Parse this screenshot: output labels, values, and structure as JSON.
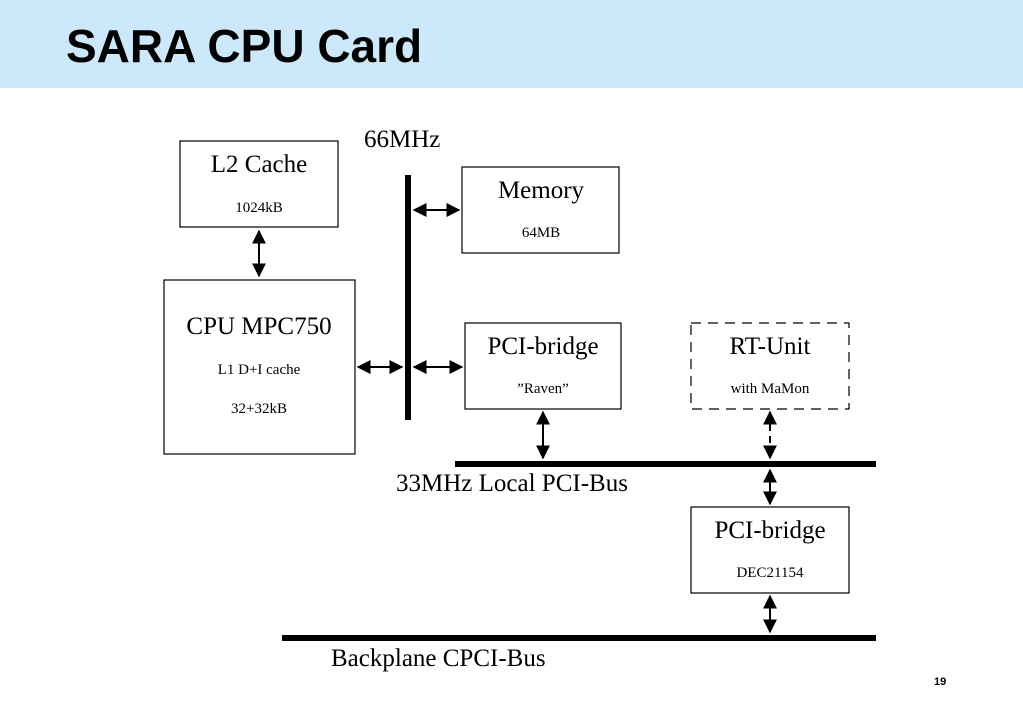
{
  "slide": {
    "title": "SARA CPU Card",
    "page_number": "19",
    "header_color": "#cce8fb"
  },
  "diagram": {
    "bus_66_label": "66MHz",
    "bus_33_label": "33MHz Local PCI-Bus",
    "bus_backplane_label": "Backplane CPCI-Bus",
    "boxes": {
      "l2cache": {
        "title": "L2 Cache",
        "line1": "1024kB"
      },
      "cpu": {
        "title": "CPU MPC750",
        "line1": "L1 D+I cache",
        "line2": "32+32kB"
      },
      "memory": {
        "title": "Memory",
        "line1": "64MB"
      },
      "pci_raven": {
        "title": "PCI-bridge",
        "line1": "”Raven”"
      },
      "rt_unit": {
        "title": "RT-Unit",
        "line1": "with MaMon"
      },
      "pci_dec": {
        "title": "PCI-bridge",
        "line1": "DEC21154"
      }
    }
  }
}
